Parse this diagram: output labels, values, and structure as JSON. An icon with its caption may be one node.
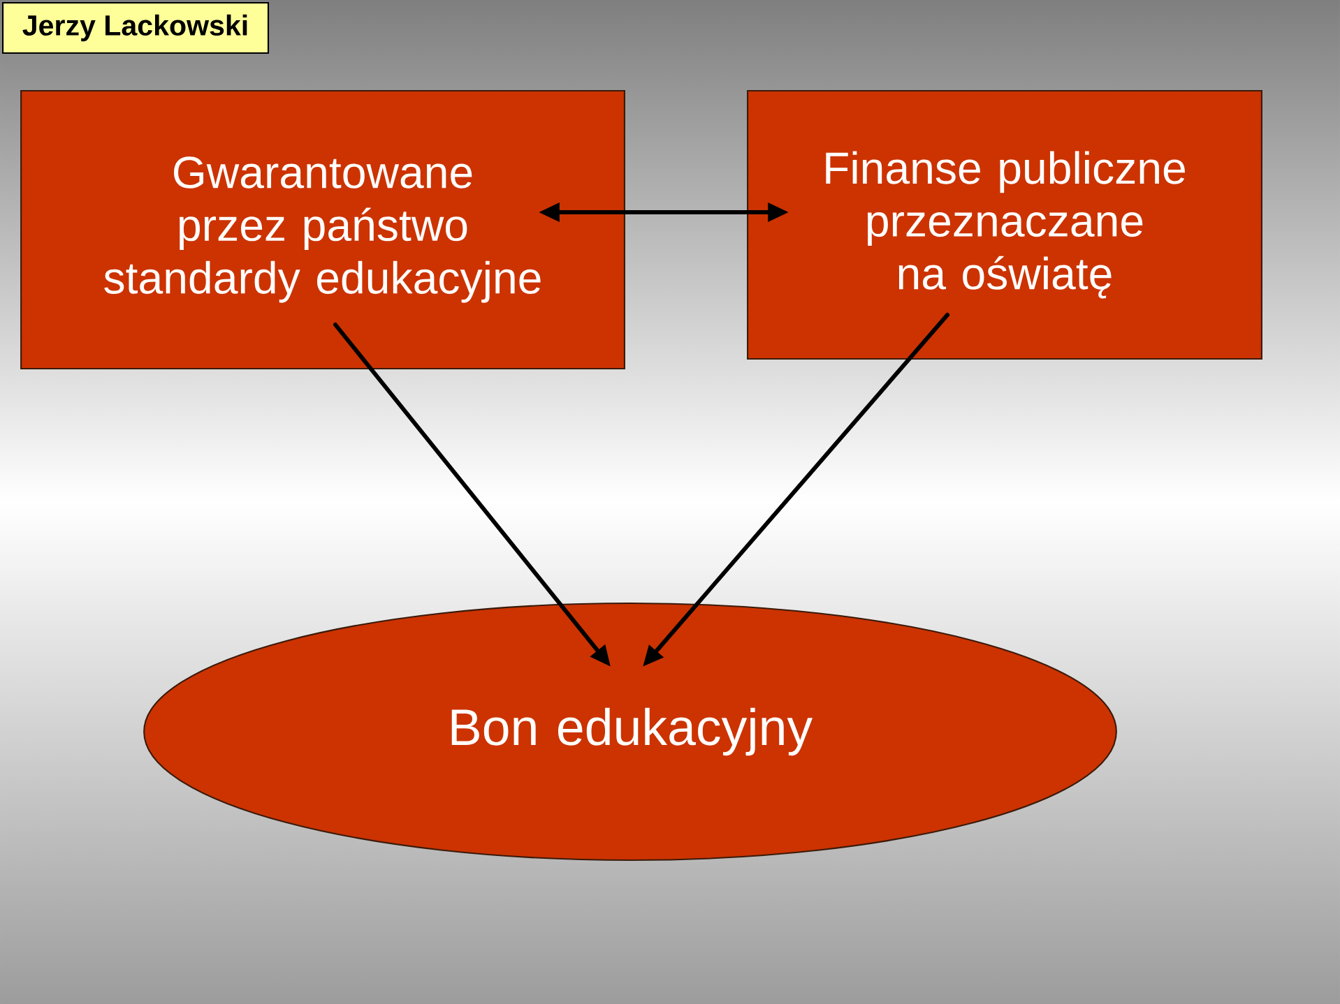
{
  "diagram": {
    "nodes": [
      {
        "text": [
          "Jerzy Lackowski"
        ]
      },
      {
        "text": [
          "Gwarantowane przez państwo standardy edukacyjne"
        ]
      },
      {
        "text": [
          "Finanse publiczne przeznaczane na oświatę"
        ]
      },
      {
        "text": [
          "Bon edukacyjny"
        ]
      }
    ],
    "edges": [
      {
        "from": 1,
        "to": 2,
        "arrow": "both"
      },
      {
        "from": 1,
        "to": 3,
        "arrow": "to"
      },
      {
        "from": 2,
        "to": 3,
        "arrow": "to"
      }
    ]
  }
}
